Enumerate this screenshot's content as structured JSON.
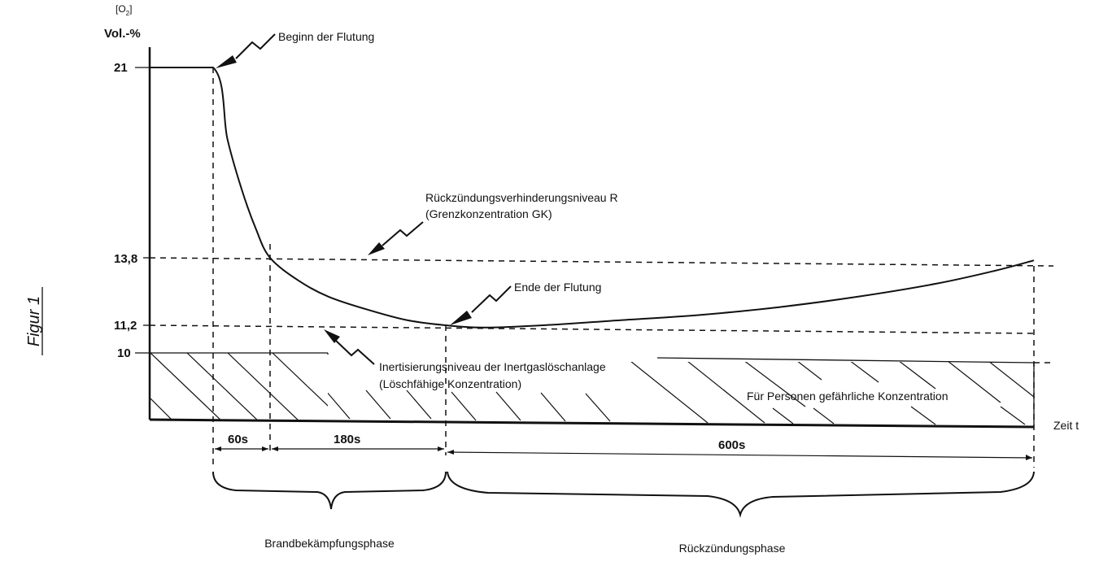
{
  "figure_label": "Figur 1",
  "y_axis": {
    "unit_symbol": "[O",
    "unit_subscript": "2",
    "unit_close": "]",
    "unit": "Vol.-%",
    "ticks": [
      "21",
      "13,8",
      "11,2",
      "10"
    ]
  },
  "x_axis": {
    "label": "Zeit t"
  },
  "annotations": {
    "flooding_start": "Beginn der Flutung",
    "flooding_end": "Ende der Flutung",
    "reignition_level_line1": "Rückzündungsverhinderungsniveau R",
    "reignition_level_line2": "(Grenzkonzentration GK)",
    "inerting_level_line1": "Inertisierungsniveau der Inertgaslöschanlage",
    "inerting_level_line2": "(Löschfähige Konzentration)",
    "danger_zone": "Für Personen gefährliche Konzentration"
  },
  "durations": [
    "60s",
    "180s",
    "600s"
  ],
  "phases": [
    "Brandbekämpfungsphase",
    "Rückzündungsphase"
  ],
  "chart_data": {
    "type": "line",
    "title": "",
    "xlabel": "Zeit t",
    "ylabel": "[O2] Vol.-%",
    "x_unit": "s",
    "series": [
      {
        "x": [
          -60,
          0,
          15,
          30,
          45,
          60,
          90,
          120,
          160,
          200,
          240,
          280,
          340,
          420,
          500,
          580,
          660,
          740,
          800,
          840
        ],
        "values": [
          21,
          21,
          18.3,
          16.4,
          14.9,
          13.8,
          12.9,
          12.3,
          11.8,
          11.4,
          11.2,
          11.1,
          11.2,
          11.4,
          11.6,
          11.9,
          12.3,
          12.8,
          13.3,
          13.7
        ]
      }
    ],
    "reference_levels": [
      {
        "value": 13.8,
        "label": "Rückzündungsverhinderungsniveau R (Grenzkonzentration GK)"
      },
      {
        "value": 11.2,
        "label": "Inertisierungsniveau der Inertgaslöschanlage (Löschfähige Konzentration)"
      },
      {
        "value": 10,
        "label": "Für Personen gefährliche Konzentration"
      }
    ],
    "time_marks_s": [
      0,
      60,
      240,
      840
    ],
    "y_ticks": [
      21,
      13.8,
      11.2,
      10
    ],
    "grid": false,
    "legend": "none"
  }
}
